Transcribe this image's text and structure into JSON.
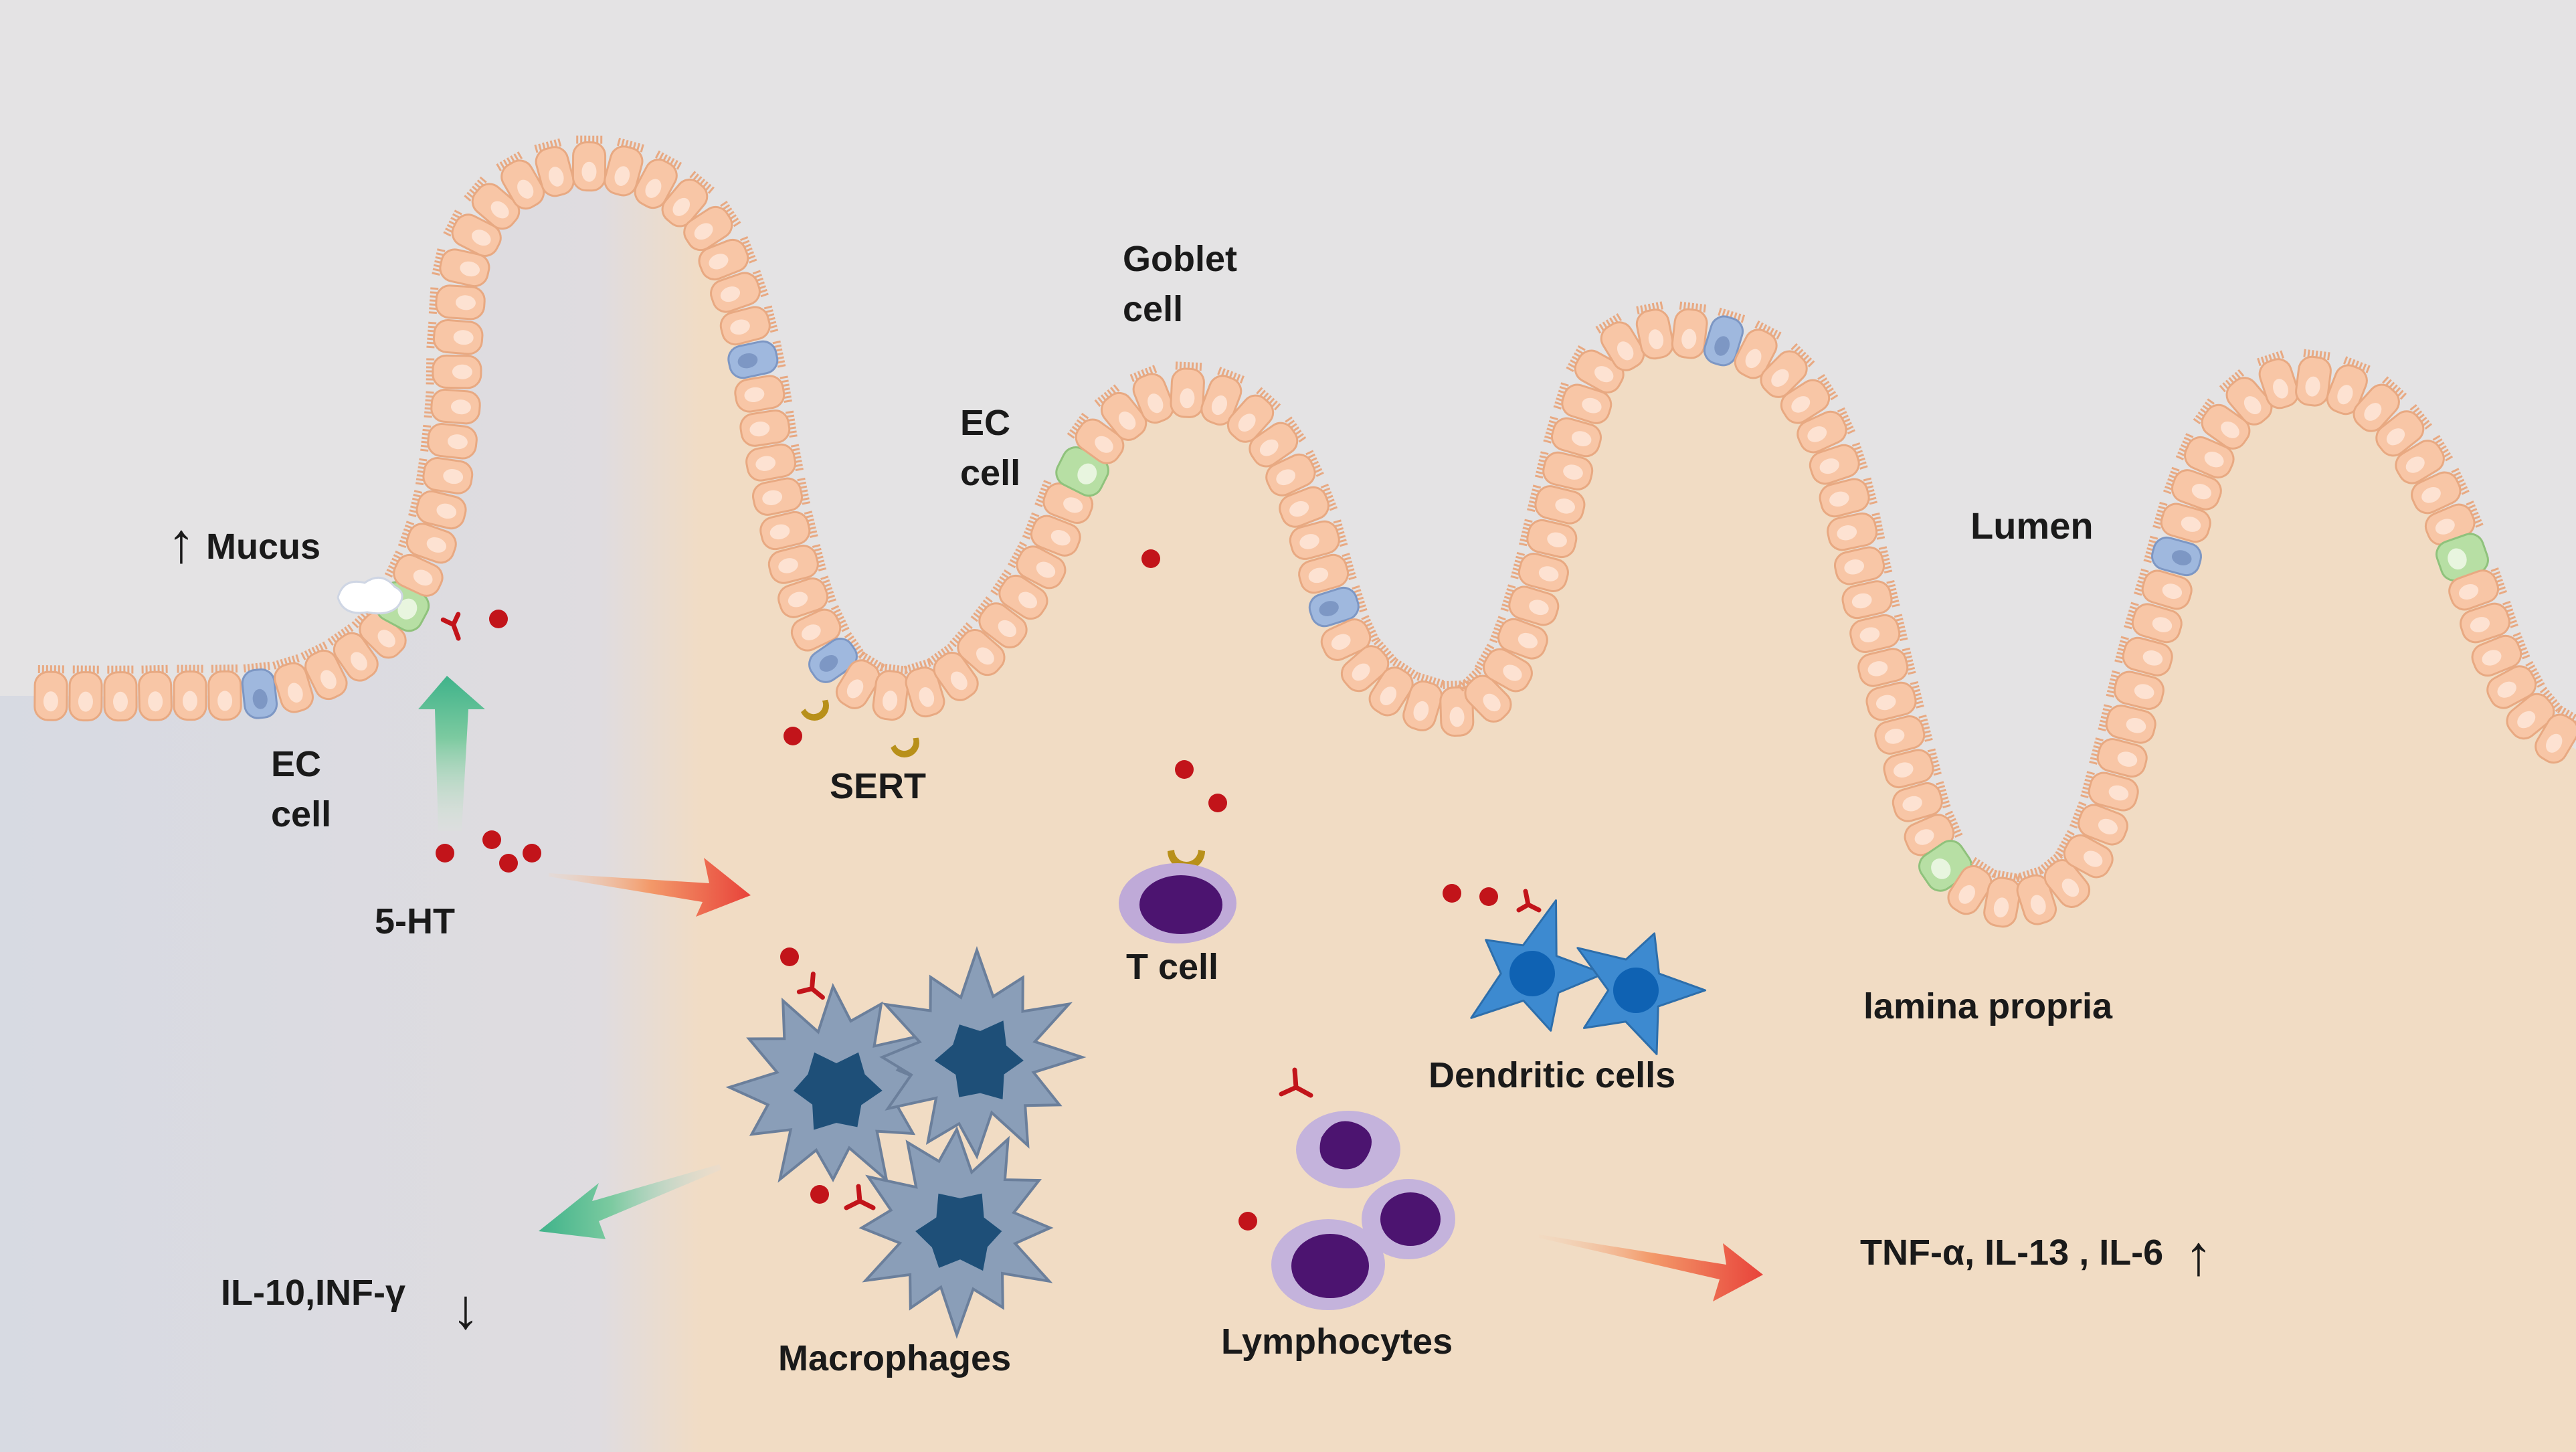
{
  "labels": {
    "mucus": "Mucus",
    "ec_cell_left_1": "EC",
    "ec_cell_left_2": "cell",
    "ht": "5-HT",
    "ec_cell_mid_1": "EC",
    "ec_cell_mid_2": "cell",
    "goblet_1": "Goblet",
    "goblet_2": "cell",
    "sert": "SERT",
    "lumen": "Lumen",
    "t_cell": "T cell",
    "dendritic": "Dendritic cells",
    "lamina_propria": "lamina propria",
    "macrophages": "Macrophages",
    "lymphocytes": "Lymphocytes",
    "il10": "IL-10,INF-γ",
    "tnf": "TNF-α, IL-13 , IL-6"
  },
  "arrow_glyphs": {
    "up": "↑",
    "down": "↓"
  },
  "colors": {
    "lumen_bg": "#e4e3e4",
    "tissue": "#f1dcc4",
    "left_panel": "#dadce3",
    "enterocyte_fill": "#f8c6a6",
    "enterocyte_stroke": "#e8a982",
    "goblet": "#b7dfa4",
    "ec_cell": "#9fb8de",
    "serotonin": "#c2141a",
    "sert": "#b8901a",
    "receptor": "#c2141a",
    "macrophage": "#8a9eb8",
    "macrophage_nucleus": "#1e4f78",
    "dendritic": "#3d8ad0",
    "lymphocyte": "#c4b3dc",
    "lymphocyte_nucleus": "#4c1470",
    "arrow_red": "#e8433a",
    "arrow_green": "#3fb38a"
  },
  "icons": {
    "epithelium": "intestinal-villi-epithelium",
    "macrophage": "macrophage-cell-icon",
    "dendritic": "dendritic-cell-icon",
    "lymphocyte": "lymphocyte-cell-icon",
    "t_cell": "t-cell-icon"
  }
}
